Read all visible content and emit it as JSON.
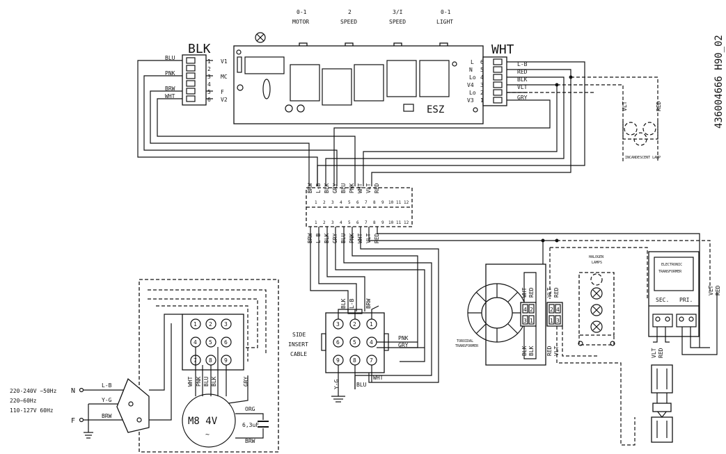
{
  "doc_code": "436004666 H90_02",
  "switches": [
    {
      "top": "0-1",
      "bottom": "MOTOR"
    },
    {
      "top": "2",
      "bottom": "SPEED"
    },
    {
      "top": "3/I",
      "bottom": "SPEED"
    },
    {
      "top": "0-1",
      "bottom": "LIGHT"
    }
  ],
  "board": {
    "label": "ESZ"
  },
  "left_connector": {
    "title": "BLK",
    "wires": [
      "BLU",
      "PNK",
      "BRW",
      "WHT"
    ],
    "pins": [
      "1",
      "2",
      "3",
      "4",
      "5",
      "6"
    ],
    "signals": [
      "V1",
      "MC",
      "F",
      "V2"
    ]
  },
  "right_connector": {
    "title": "WHT",
    "pins": [
      "6",
      "5",
      "4",
      "3",
      "2",
      "1"
    ],
    "signals": [
      "L",
      "N",
      "Lo",
      "V4",
      "Lo",
      "V3"
    ],
    "wires": [
      "L-B",
      "RED",
      "BLK",
      "VLT",
      "GRY"
    ]
  },
  "terminal_block": {
    "top_wires": [
      "BRW",
      "L-B",
      "BLK",
      "GRY",
      "BLU",
      "PNK",
      "WHT",
      "VLT",
      "RED"
    ],
    "bottom_wires": [
      "BRW",
      "L-B",
      "BLK",
      "GRY",
      "BLU",
      "PNK",
      "WHT",
      "VLT",
      "RED"
    ],
    "numbers": [
      "1",
      "2",
      "3",
      "4",
      "5",
      "6",
      "7",
      "8",
      "9",
      "10",
      "11",
      "12"
    ]
  },
  "incandescent": {
    "label": "INCANDESCENT LAMP",
    "wires": [
      "VLT",
      "RED"
    ]
  },
  "motor": {
    "label": "M8  4V",
    "cap_value": "6,3uF",
    "cap_wires": [
      "ORG",
      "BRW"
    ],
    "terminals": [
      "1",
      "2",
      "3",
      "4",
      "5",
      "6",
      "7",
      "8",
      "9"
    ],
    "lead_labels": [
      "WHT",
      "PNK",
      "BLU",
      "BLK",
      "GRY"
    ]
  },
  "supply": {
    "lines": [
      "220-240V ~50Hz",
      "220~60Hz",
      "110-127V 60Hz"
    ],
    "n": "N",
    "f": "F",
    "wires": [
      "L-B",
      "Y-G",
      "BRW"
    ]
  },
  "side_cable": {
    "label": [
      "SIDE",
      "INSERT",
      "CABLE"
    ],
    "top_wires": [
      "BLK",
      "L-B",
      "BRW"
    ],
    "terminals": [
      "3",
      "2",
      "1",
      "6",
      "5",
      "4",
      "9",
      "8",
      "7"
    ],
    "right_wires": [
      "PNK",
      "GRY"
    ],
    "bottom_wires": [
      "Y-G",
      "BLU",
      "WHT"
    ]
  },
  "toroidal": {
    "label": [
      "TOROIDAL",
      "TRANSFORMER"
    ],
    "top_wires": [
      "WHT",
      "RED"
    ],
    "bottom_wires": [
      "BLK",
      "BLK"
    ],
    "terminals_a": [
      "4",
      "2",
      "3",
      "1"
    ],
    "terminals_b": [
      "2",
      "4",
      "1",
      "3"
    ],
    "mid_wires_top": [
      "VLT",
      "RED"
    ],
    "mid_wires_bottom": [
      "RED",
      "VLT"
    ]
  },
  "halogen": {
    "label": [
      "HALOGEN",
      "LAMPS"
    ]
  },
  "electronic": {
    "label": [
      "ELECTRONIC",
      "TRANSFORMER"
    ],
    "sec": "SEC.",
    "pri": "PRI.",
    "bottom_wires": [
      "VLT",
      "RED"
    ],
    "side_wires": [
      "VLT",
      "RED"
    ]
  }
}
